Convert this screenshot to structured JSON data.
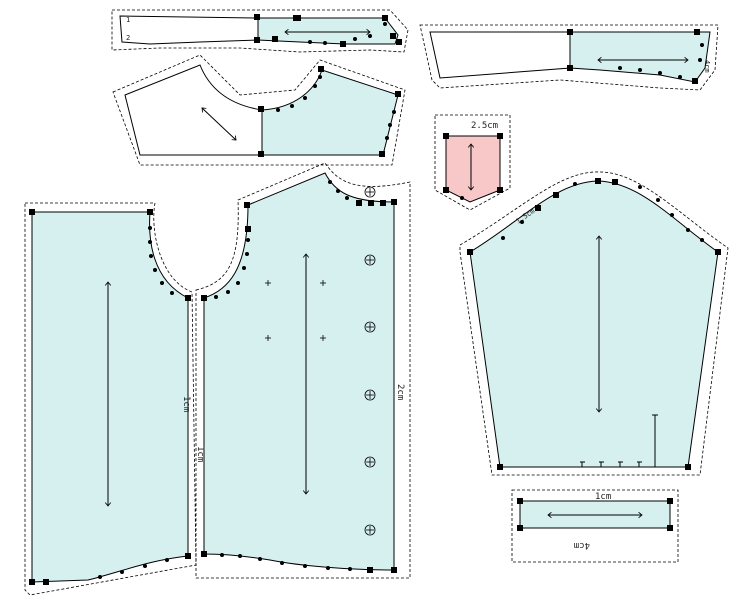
{
  "colors": {
    "piece_fill": "#d6f0f0",
    "pocket_fill": "#f8c8c8",
    "outline": "#000000",
    "seam_allowance": "#000000"
  },
  "labels": {
    "back_yoke_top": "1",
    "back_yoke_bottom": "2",
    "right_piece_side": "4cm",
    "pocket_width": "2.5cm",
    "sleeve_cap_note": "1.5cm",
    "front_left_edge": "1cm",
    "front_left_edge_2": "1cm",
    "front_right_edge": "2cm",
    "cuff_top": "1cm",
    "cuff_bottom": "4cm"
  }
}
